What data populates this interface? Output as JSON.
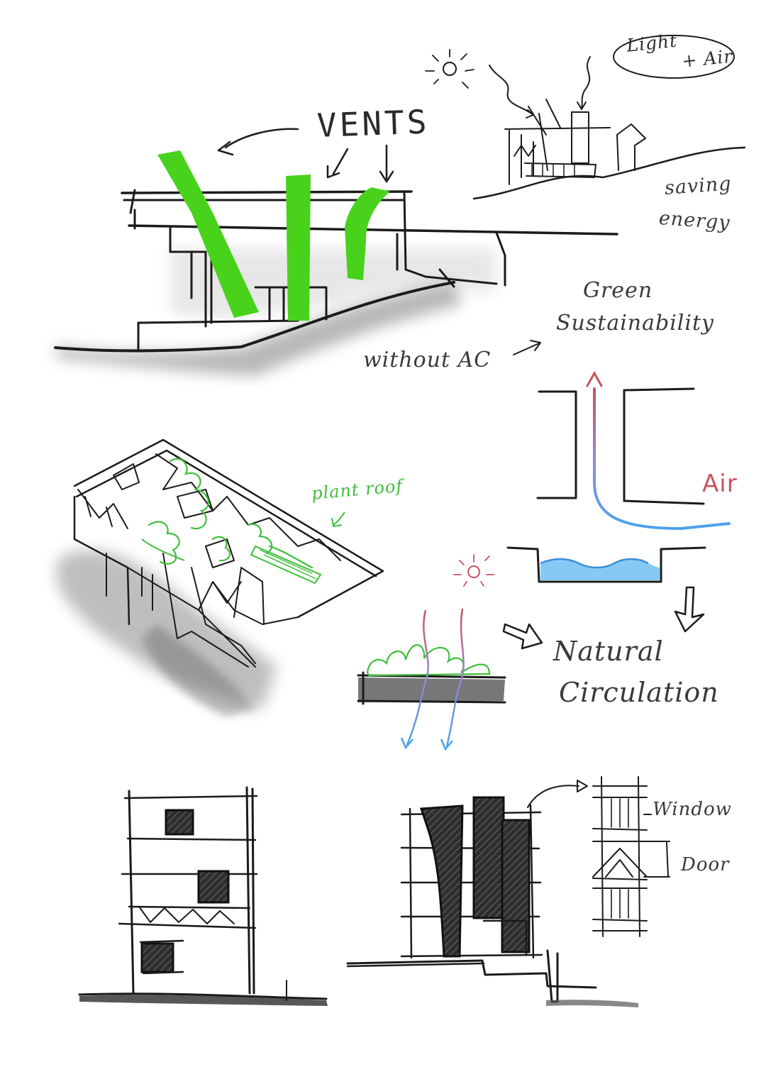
{
  "labels": {
    "vents": "VENTS",
    "light": "Light",
    "plus_air": "+ Air",
    "saving": "saving",
    "energy": "energy",
    "green": "Green",
    "sustainability": "Sustainability",
    "without_ac": "without AC",
    "plant_roof": "plant roof",
    "air": "Air",
    "natural": "Natural",
    "circulation": "Circulation",
    "window": "Window",
    "door": "Door"
  },
  "colors": {
    "ink": "#1b1b1b",
    "vent_green": "#49d21c",
    "plant_green": "#3fbf3a",
    "air_red": "#c9545e",
    "air_blue": "#4aa3ea",
    "water": "#6ec1f2",
    "shadow": "#9a9a9a"
  }
}
